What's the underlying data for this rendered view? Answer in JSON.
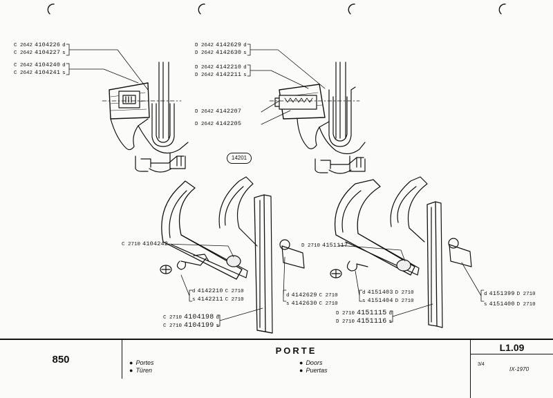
{
  "refs": [
    {
      "prefix": "C 2642",
      "part": "4104226",
      "suffix": "d"
    },
    {
      "prefix": "C 2642",
      "part": "4104227",
      "suffix": "s"
    },
    {
      "prefix": "C 2642",
      "part": "4104240",
      "suffix": "d"
    },
    {
      "prefix": "C 2642",
      "part": "4104241",
      "suffix": "s"
    },
    {
      "prefix": "D 2642",
      "part": "4142629",
      "suffix": "d"
    },
    {
      "prefix": "D 2642",
      "part": "4142630",
      "suffix": "s"
    },
    {
      "prefix": "D 2642",
      "part": "4142210",
      "suffix": "d"
    },
    {
      "prefix": "D 2642",
      "part": "4142211",
      "suffix": "s"
    },
    {
      "prefix": "D 2642",
      "part": "4142207",
      "suffix": ""
    },
    {
      "prefix": "D 2642",
      "part": "4142205",
      "suffix": ""
    },
    {
      "prefix": "C 2710",
      "part": "4104242",
      "suffix": ""
    },
    {
      "prefix": "d",
      "part": "4142210",
      "suffix": "C 2710"
    },
    {
      "prefix": "s",
      "part": "4142211",
      "suffix": "C 2710"
    },
    {
      "prefix": "C 2710",
      "part": "4104198",
      "suffix": "d"
    },
    {
      "prefix": "C 2710",
      "part": "4104199",
      "suffix": "s"
    },
    {
      "prefix": "d",
      "part": "4142629",
      "suffix": "C 2710"
    },
    {
      "prefix": "s",
      "part": "4142630",
      "suffix": "C 2710"
    },
    {
      "prefix": "D 2710",
      "part": "4151117",
      "suffix": ""
    },
    {
      "prefix": "d",
      "part": "4151403",
      "suffix": "D 2710"
    },
    {
      "prefix": "s",
      "part": "4151404",
      "suffix": "D 2710"
    },
    {
      "prefix": "D 2710",
      "part": "4151115",
      "suffix": "d"
    },
    {
      "prefix": "D 2710",
      "part": "4151116",
      "suffix": "s"
    },
    {
      "prefix": "d",
      "part": "4151399",
      "suffix": "D 2710"
    },
    {
      "prefix": "s",
      "part": "4151400",
      "suffix": "D 2710"
    }
  ],
  "badge": "14201",
  "footer": {
    "model": "850",
    "title": "PORTE",
    "langs": {
      "it": "Portes",
      "de": "Türen",
      "en": "Doors",
      "es": "Puertas"
    },
    "sheet": "L1.09",
    "page": "3/4",
    "date": "IX-1970"
  }
}
